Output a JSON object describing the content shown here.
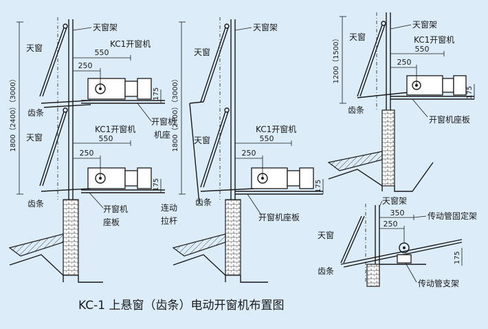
{
  "title": "KC-1 上悬窗（齿条）电动开窗机布置图",
  "labels": {
    "skylight_frame": "天窗架",
    "skylight": "天窗",
    "opener": "KC1开窗机",
    "rack": "齿条",
    "opener_seat_line1": "开窗机",
    "opener_seat_line2": "机座",
    "opener_seat_b_line1": "开窗机",
    "opener_seat_b_line2": "座板",
    "opener_seat_plate": "开窗机座板",
    "link_line1": "连动",
    "link_line2": "拉杆",
    "tube_fixing_frame": "传动管固定架",
    "tube_support_frame": "传动管支架"
  },
  "dims": {
    "d550": "550",
    "d250": "250",
    "d175": "175",
    "d350": "350",
    "height_a": "1800（2400）（3000）",
    "height_b": "1200（1500）"
  }
}
